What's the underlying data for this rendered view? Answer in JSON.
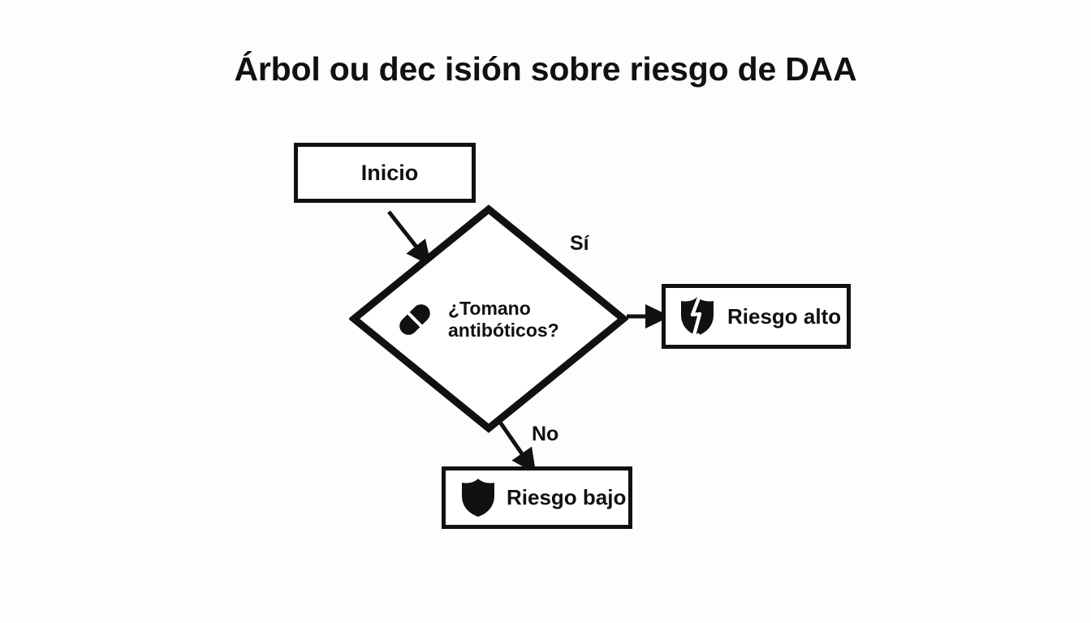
{
  "page": {
    "title": "Árbol ou dec isión sobre riesgo de DAA",
    "background_color": "#FDFDFD",
    "ink_color": "#111111"
  },
  "diagram": {
    "type": "flowchart",
    "nodes": [
      {
        "id": "inicio",
        "shape": "rectangle",
        "label": "Inicio",
        "icon": null
      },
      {
        "id": "decision-antibioticos",
        "shape": "diamond",
        "label": "¿Tomano\nantibóticos?",
        "icon": "pill-icon"
      },
      {
        "id": "riesgo-alto",
        "shape": "rectangle",
        "label": "Riesgo alto",
        "icon": "broken-shield-icon"
      },
      {
        "id": "riesgo-bajo",
        "shape": "rectangle",
        "label": "Riesgo bajo",
        "icon": "shield-icon"
      }
    ],
    "edges": [
      {
        "from": "inicio",
        "to": "decision-antibioticos",
        "label": ""
      },
      {
        "from": "decision-antibioticos",
        "to": "riesgo-alto",
        "label": "Sí"
      },
      {
        "from": "decision-antibioticos",
        "to": "riesgo-bajo",
        "label": "No"
      }
    ]
  }
}
